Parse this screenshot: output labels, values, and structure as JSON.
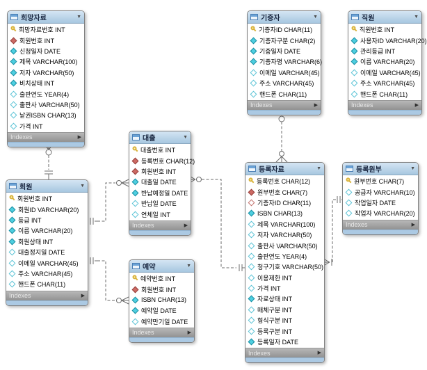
{
  "diagram": {
    "footer_label": "Indexes",
    "icons": {
      "collapse": "▼",
      "expand": "▶"
    },
    "colors": {
      "table_header": "#b9d4ea",
      "table_tail": "#abc9e3",
      "indexes_bar": "#a0a0a0",
      "primary_key_icon": "#d9b33c",
      "fk_icon": "#cd6a64",
      "notnull_icon": "#4ecfe0",
      "relationship_line": "#6b6b6b"
    },
    "tables": [
      {
        "title": "희망자료",
        "columns": [
          {
            "icon": "primary-key",
            "text": "희망자료번호 INT"
          },
          {
            "icon": "fk-notnull",
            "text": "회원번호 INT"
          },
          {
            "icon": "notnull",
            "text": "신청일자 DATE"
          },
          {
            "icon": "notnull",
            "text": "제목 VARCHAR(100)"
          },
          {
            "icon": "notnull",
            "text": "저자 VARCHAR(50)"
          },
          {
            "icon": "notnull",
            "text": "비치상태 INT"
          },
          {
            "icon": "nullable",
            "text": "출판연도 YEAR(4)"
          },
          {
            "icon": "nullable",
            "text": "출판사 VARCHAR(50)"
          },
          {
            "icon": "nullable",
            "text": "낱권ISBN CHAR(13)"
          },
          {
            "icon": "nullable",
            "text": "가격 INT"
          }
        ]
      },
      {
        "title": "기증자",
        "columns": [
          {
            "icon": "primary-key",
            "text": "기증자ID CHAR(11)"
          },
          {
            "icon": "notnull",
            "text": "기증자구분 CHAR(2)"
          },
          {
            "icon": "notnull",
            "text": "기증일자 DATE"
          },
          {
            "icon": "notnull",
            "text": "기증자명 VARCHAR(6)"
          },
          {
            "icon": "nullable",
            "text": "이메일 VARCHAR(45)"
          },
          {
            "icon": "nullable",
            "text": "주소 VARCHAR(45)"
          },
          {
            "icon": "nullable",
            "text": "핸드폰 CHAR(11)"
          }
        ]
      },
      {
        "title": "직원",
        "columns": [
          {
            "icon": "primary-key",
            "text": "직원번호 INT"
          },
          {
            "icon": "notnull",
            "text": "사용자ID VARCHAR(20)"
          },
          {
            "icon": "notnull",
            "text": "관리등급 INT"
          },
          {
            "icon": "notnull",
            "text": "이름 VARCHAR(20)"
          },
          {
            "icon": "nullable",
            "text": "이메일 VARCHAR(45)"
          },
          {
            "icon": "nullable",
            "text": "주소 VARCHAR(45)"
          },
          {
            "icon": "nullable",
            "text": "핸드폰 CHAR(11)"
          }
        ]
      },
      {
        "title": "대출",
        "columns": [
          {
            "icon": "primary-key",
            "text": "대출번호 INT"
          },
          {
            "icon": "fk-notnull",
            "text": "등록번호 CHAR(12)"
          },
          {
            "icon": "fk-notnull",
            "text": "회원번호 INT"
          },
          {
            "icon": "notnull",
            "text": "대출일 DATE"
          },
          {
            "icon": "notnull",
            "text": "반납예정일 DATE"
          },
          {
            "icon": "nullable",
            "text": "반납일 DATE"
          },
          {
            "icon": "nullable",
            "text": "연체일 INT"
          }
        ]
      },
      {
        "title": "회원",
        "columns": [
          {
            "icon": "primary-key",
            "text": "회원번호 INT"
          },
          {
            "icon": "notnull",
            "text": "회원ID VARCHAR(20)"
          },
          {
            "icon": "notnull",
            "text": "등급 INT"
          },
          {
            "icon": "notnull",
            "text": "이름 VARCHAR(20)"
          },
          {
            "icon": "notnull",
            "text": "회원상태 INT"
          },
          {
            "icon": "nullable",
            "text": "대출정지일 DATE"
          },
          {
            "icon": "nullable",
            "text": "이메일 VARCHAR(45)"
          },
          {
            "icon": "nullable",
            "text": "주소 VARCHAR(45)"
          },
          {
            "icon": "nullable",
            "text": "핸드폰 CHAR(11)"
          }
        ]
      },
      {
        "title": "예약",
        "columns": [
          {
            "icon": "primary-key",
            "text": "예약번호 INT"
          },
          {
            "icon": "fk-notnull",
            "text": "회원번호 INT"
          },
          {
            "icon": "notnull",
            "text": "ISBN CHAR(13)"
          },
          {
            "icon": "notnull",
            "text": "예약일 DATE"
          },
          {
            "icon": "nullable",
            "text": "예약만기일 DATE"
          }
        ]
      },
      {
        "title": "등록자료",
        "columns": [
          {
            "icon": "primary-key",
            "text": "등록번호 CHAR(12)"
          },
          {
            "icon": "fk-notnull",
            "text": "원부번호 CHAR(7)"
          },
          {
            "icon": "fk-nullable",
            "text": "기증자ID CHAR(11)"
          },
          {
            "icon": "notnull",
            "text": "ISBN CHAR(13)"
          },
          {
            "icon": "nullable",
            "text": "제목 VARCHAR(100)"
          },
          {
            "icon": "nullable",
            "text": "저자 VARCHAR(50)"
          },
          {
            "icon": "nullable",
            "text": "출판사 VARCHAR(50)"
          },
          {
            "icon": "nullable",
            "text": "출판연도 YEAR(4)"
          },
          {
            "icon": "nullable",
            "text": "청구기호 VARCHAR(50)"
          },
          {
            "icon": "nullable",
            "text": "이용제한 INT"
          },
          {
            "icon": "nullable",
            "text": "가격 INT"
          },
          {
            "icon": "notnull",
            "text": "자료상태 INT"
          },
          {
            "icon": "nullable",
            "text": "매체구분 INT"
          },
          {
            "icon": "nullable",
            "text": "형식구분 INT"
          },
          {
            "icon": "nullable",
            "text": "등록구분 INT"
          },
          {
            "icon": "notnull",
            "text": "등록일자 DATE"
          }
        ]
      },
      {
        "title": "등록원부",
        "columns": [
          {
            "icon": "primary-key",
            "text": "원부번호 CHAR(7)"
          },
          {
            "icon": "nullable",
            "text": "공급자 VARCHAR(10)"
          },
          {
            "icon": "nullable",
            "text": "작업일자 DATE"
          },
          {
            "icon": "nullable",
            "text": "작업자 VARCHAR(20)"
          }
        ]
      }
    ],
    "relations": [
      {
        "name": "희망자료-회원",
        "many_side": "희망자료",
        "one_side": "회원",
        "many_cardinality": "0..*",
        "one_cardinality": "1",
        "line_style": "dashed"
      },
      {
        "name": "대출-회원",
        "many_side": "대출",
        "one_side": "회원",
        "many_cardinality": "0..*",
        "one_cardinality": "1",
        "line_style": "dashed"
      },
      {
        "name": "예약-회원",
        "many_side": "예약",
        "one_side": "회원",
        "many_cardinality": "0..*",
        "one_cardinality": "1",
        "line_style": "dashed"
      },
      {
        "name": "대출-등록자료",
        "many_side": "대출",
        "one_side": "등록자료",
        "many_cardinality": "0..*",
        "one_cardinality": "1",
        "line_style": "dashed"
      },
      {
        "name": "등록자료-기증자",
        "many_side": "등록자료",
        "one_side": "기증자",
        "many_cardinality": "0..*",
        "one_cardinality": "0..1",
        "line_style": "dashed"
      },
      {
        "name": "등록자료-등록원부",
        "many_side": "등록자료",
        "one_side": "등록원부",
        "many_cardinality": "1..*",
        "one_cardinality": "1",
        "line_style": "dashed"
      }
    ]
  }
}
